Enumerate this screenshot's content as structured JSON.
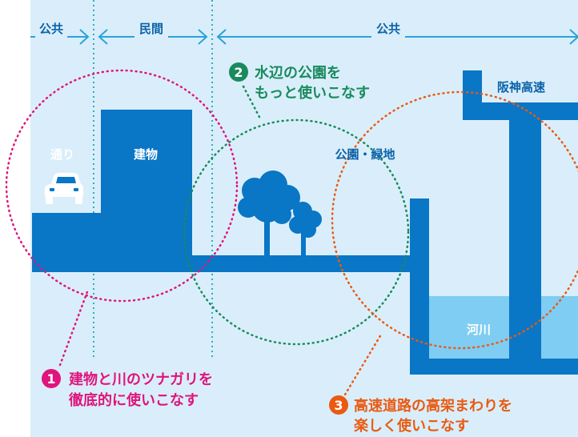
{
  "colors": {
    "panel_bg": "#d9eefa",
    "structure_blue": "#0a76c6",
    "water_blue": "#7fcdf2",
    "zone_line_blue": "#2aa2dc",
    "divider_teal": "#28b0c4",
    "label_white": "#ffffff",
    "label_dark_blue": "#0a62a8",
    "callout_green": "#1a8a5e",
    "callout_magenta": "#e0147c",
    "callout_orange": "#ea5a12"
  },
  "zones": {
    "public_left": "公共",
    "private": "民間",
    "public_right": "公共"
  },
  "labels": {
    "street": "通り",
    "building": "建物",
    "park": "公園・緑地",
    "expressway": "阪神高速",
    "river": "河川"
  },
  "callouts": [
    {
      "number": "1",
      "line1": "建物と川のツナガリを",
      "line2": "徹底的に使いこなす"
    },
    {
      "number": "2",
      "line1": "水辺の公園を",
      "line2": "もっと使いこなす"
    },
    {
      "number": "3",
      "line1": "高速道路の高架まわりを",
      "line2": "楽しく使いこなす"
    }
  ],
  "icons": {
    "car": "car-icon",
    "trees": "tree-icon"
  }
}
